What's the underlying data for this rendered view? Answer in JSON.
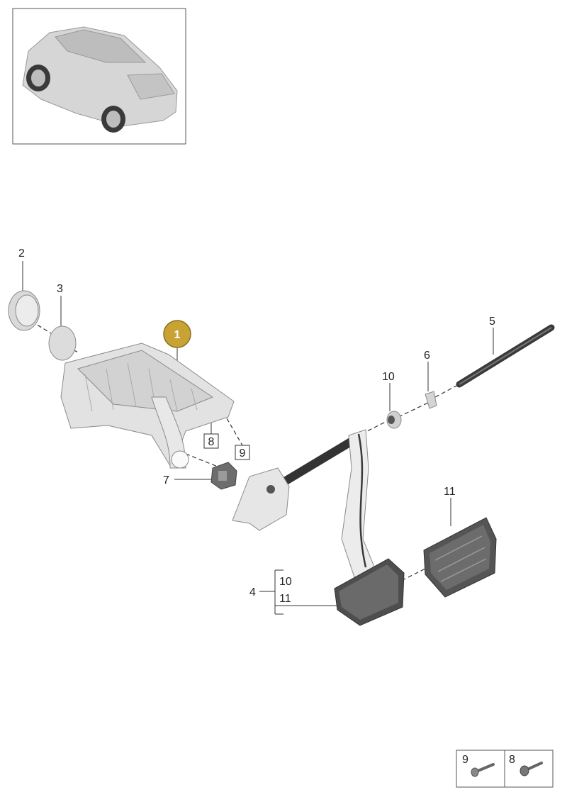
{
  "labels": {
    "p1": "1",
    "p2": "2",
    "p3": "3",
    "p4": "4",
    "p5": "5",
    "p6": "6",
    "p7": "7",
    "p8": "8",
    "p9": "9",
    "p10": "10",
    "p11": "11",
    "sub10": "10",
    "sub11": "11"
  },
  "legend": {
    "left": "9",
    "right": "8"
  },
  "colors": {
    "highlight": "#c8a233",
    "highlight_border": "#8e7020",
    "part_fill": "#e4e4e4",
    "pad_dark": "#5a5a5a"
  }
}
